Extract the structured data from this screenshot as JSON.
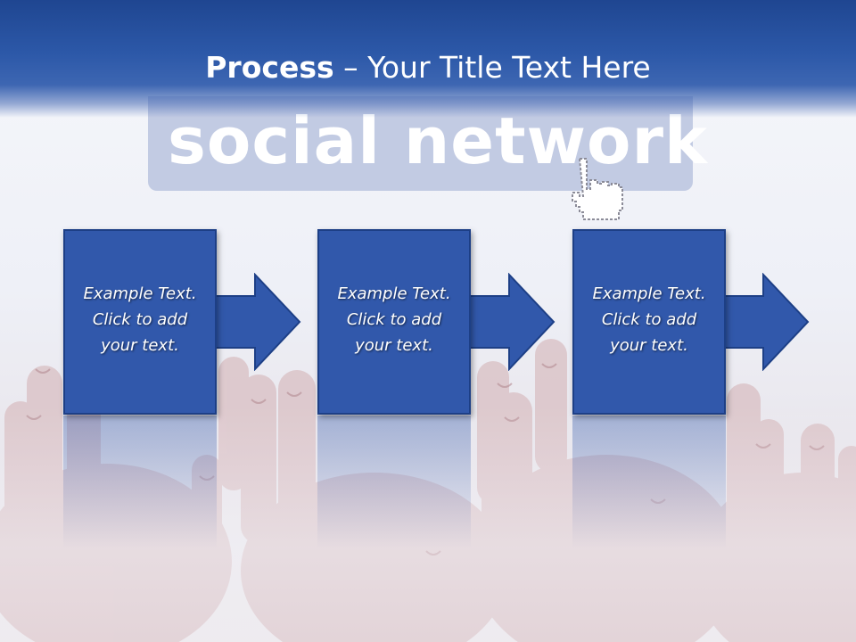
{
  "title": {
    "bold": "Process",
    "rest": " – Your Title Text Here"
  },
  "watermark": {
    "text": "social network"
  },
  "steps": [
    {
      "line1": "Example Text.",
      "line2": "Click  to add",
      "line3": "your text."
    },
    {
      "line1": "Example Text.",
      "line2": "Click  to add",
      "line3": "your text."
    },
    {
      "line1": "Example Text.",
      "line2": "Click  to add",
      "line3": "your text."
    }
  ],
  "colors": {
    "header": "#2c58a8",
    "box": "#3158ab",
    "box_border": "#1d3f86",
    "watermark": "#c2cbe3"
  },
  "icons": {
    "cursor": "hand-pointer-icon",
    "arrow": "right-arrow-icon"
  }
}
